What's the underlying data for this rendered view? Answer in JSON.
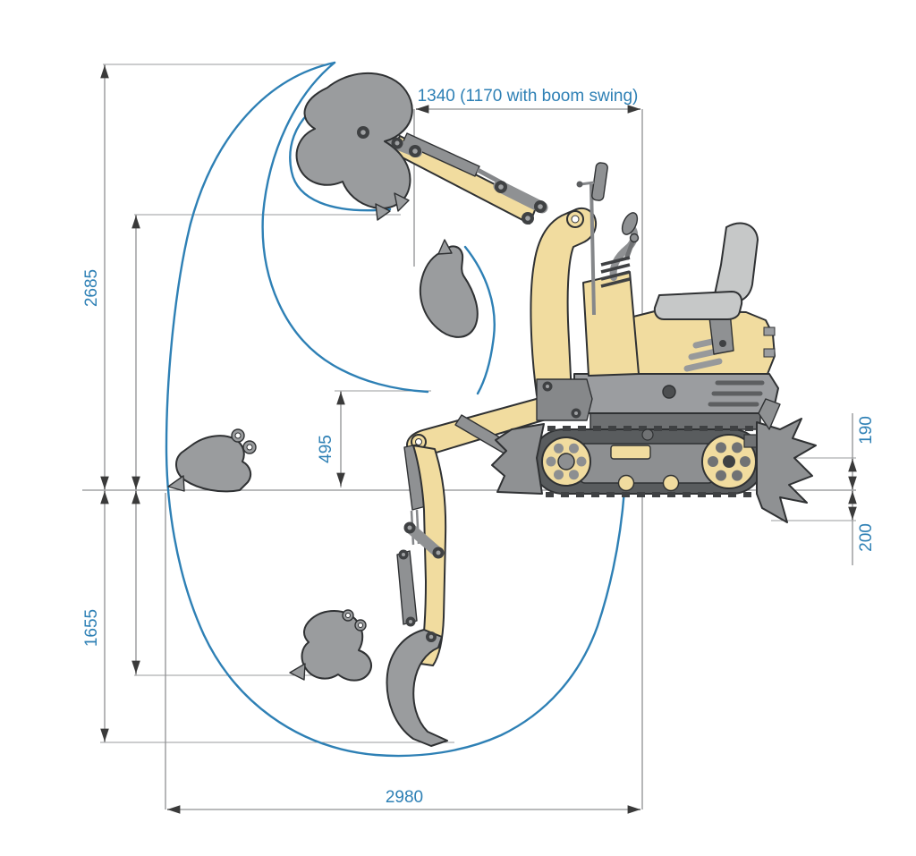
{
  "diagram": {
    "title": "mini-excavator-working-range-diagram",
    "labels": {
      "top_front_swing": "1340 (1170 with boom swing)",
      "max_height_above_ground": "2685",
      "max_depth_below_ground": "1655",
      "boom_foot_height": "495",
      "blade_above_ground": "190",
      "blade_below_ground": "200",
      "max_reach_at_ground": "2980"
    },
    "colors": {
      "dimension_text": "#2e80b5",
      "envelope_curve": "#2e80b5",
      "dimension_line": "#8f9092",
      "arrow": "#3a3a3a",
      "machine_yellow": "#f1dc9f",
      "machine_gray": "#9a9c9e",
      "machine_dark_gray": "#595c5e",
      "seat_gray": "#c6c8c8",
      "outline": "#2f3133"
    }
  }
}
